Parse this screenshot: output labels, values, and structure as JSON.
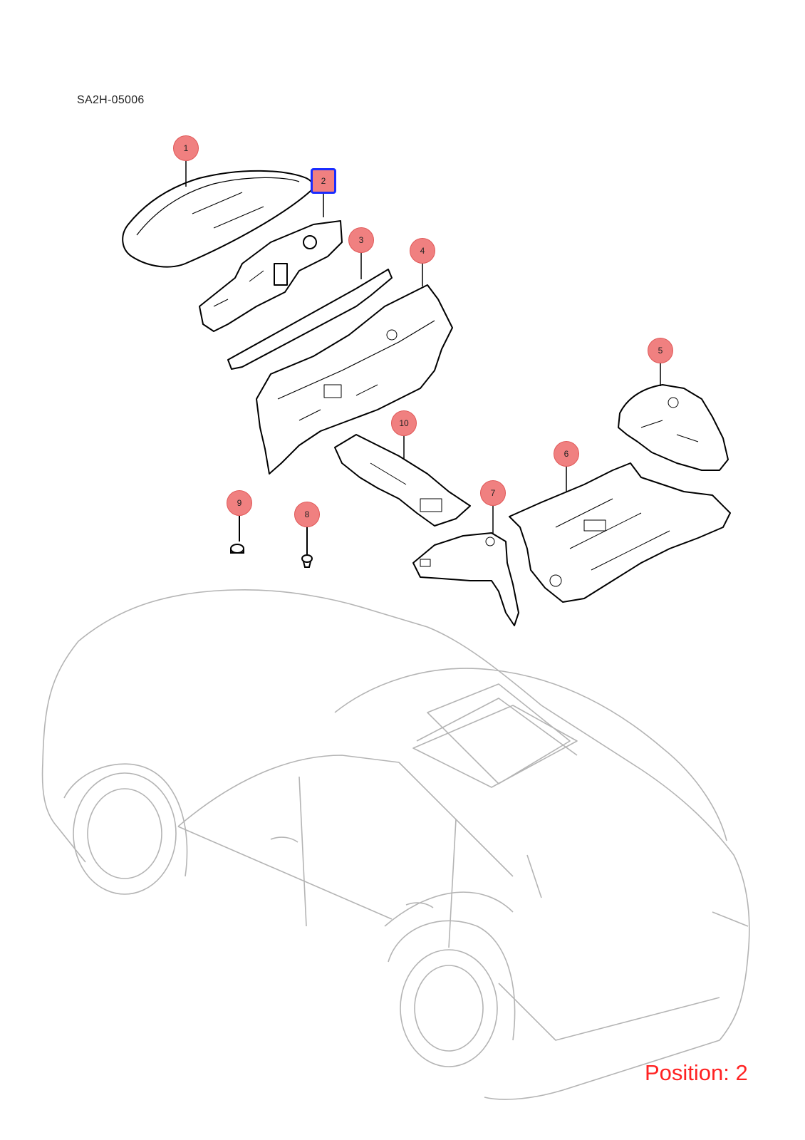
{
  "diagram": {
    "code": "SA2H-05006",
    "position_label": "Position: 2",
    "selected_callout": "2",
    "callouts": [
      "1",
      "2",
      "3",
      "4",
      "5",
      "6",
      "7",
      "8",
      "9",
      "10"
    ]
  },
  "colors": {
    "callout_fill": "#f08080",
    "selected_border": "#1a2cff",
    "position_text": "#ff2222",
    "part_lines": "#000000",
    "vehicle_lines": "#b4b4b4"
  }
}
